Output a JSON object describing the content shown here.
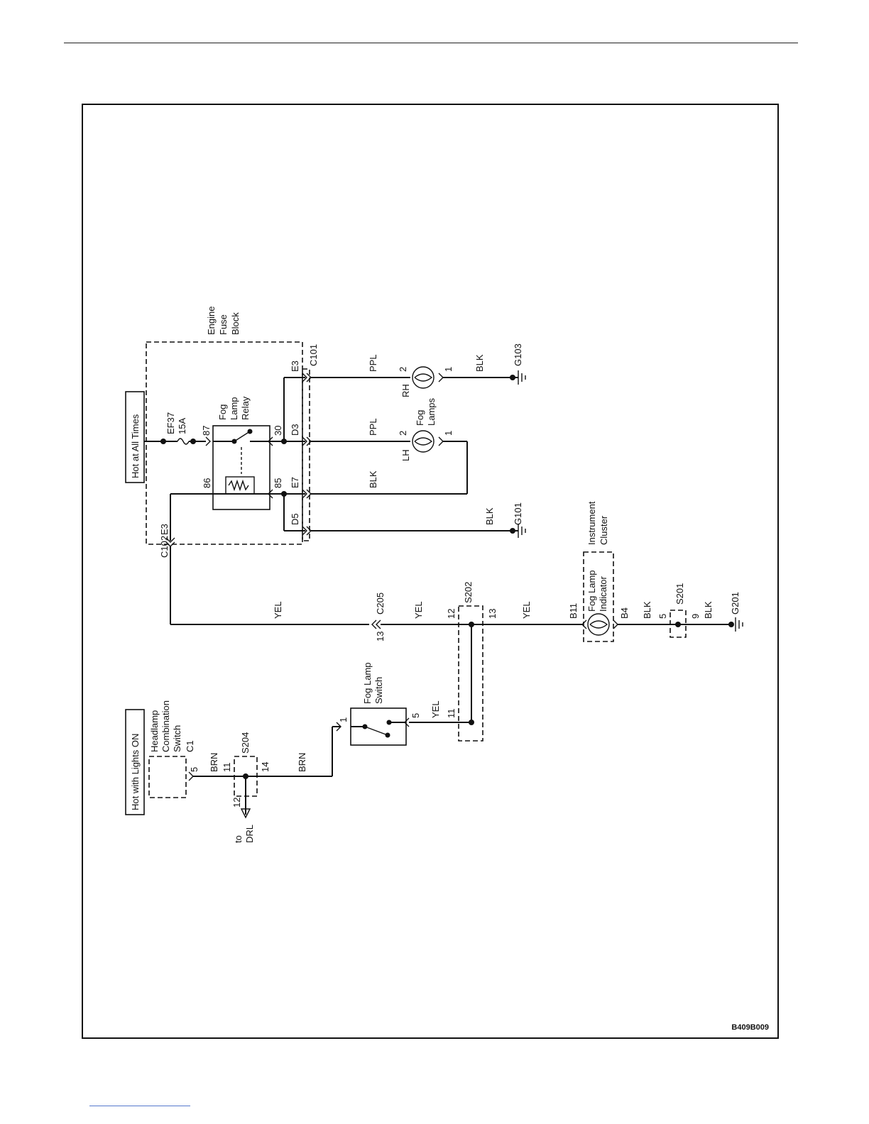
{
  "figure_code": "B409B009",
  "power_labels": {
    "hot_all_times": "Hot at All Times",
    "hot_lights_on": "Hot with Lights ON"
  },
  "components": {
    "engine_fuse_block": [
      "Engine",
      "Fuse",
      "Block"
    ],
    "fuse_id": "EF37",
    "fuse_rating": "15A",
    "relay": [
      "Fog",
      "Lamp",
      "Relay"
    ],
    "fog_lamps": [
      "Fog",
      "Lamps"
    ],
    "headlamp_switch": [
      "Headlamp",
      "Combination",
      "Switch"
    ],
    "fog_lamp_switch": [
      "Fog Lamp",
      "Switch"
    ],
    "instrument_cluster": [
      "Instrument",
      "Cluster"
    ],
    "fog_lamp_indicator": [
      "Fog Lamp",
      "Indicator"
    ],
    "to_drl": [
      "to",
      "DRL"
    ]
  },
  "connectors": {
    "c101": "C101",
    "c102": "C102",
    "c205": "C205",
    "c1": "C1",
    "e3_top": "E3",
    "d3": "D3",
    "e7": "E7",
    "d5": "D5",
    "e3_bottom": "E3",
    "b11": "B11",
    "b4": "B4"
  },
  "pins": {
    "p87": "87",
    "p86": "86",
    "p30": "30",
    "p85": "85",
    "rh_2": "2",
    "rh_1": "1",
    "lh_2": "2",
    "lh_1": "1",
    "hs_5": "5",
    "s204_11": "11",
    "s204_14": "14",
    "s204_12": "12",
    "fs_1": "1",
    "fs_5": "5",
    "s202_11": "11",
    "s202_12": "12",
    "s202_13": "13",
    "c205_13": "13",
    "s201_5": "5",
    "s201_9": "9"
  },
  "splices": {
    "s202": "S202",
    "s204": "S204",
    "s201": "S201"
  },
  "lamp_sides": {
    "rh": "RH",
    "lh": "LH"
  },
  "grounds": {
    "g101": "G101",
    "g103": "G103",
    "g201": "G201"
  },
  "wire_colors": {
    "ppl_rh": "PPL",
    "ppl_lh": "PPL",
    "blk_rh": "BLK",
    "blk_85": "BLK",
    "blk_g101": "BLK",
    "yel_c102": "YEL",
    "yel_c205": "YEL",
    "yel_s202": "YEL",
    "yel_fs": "YEL",
    "brn_c1": "BRN",
    "brn_s204": "BRN",
    "blk_b4": "BLK",
    "blk_g201": "BLK"
  }
}
